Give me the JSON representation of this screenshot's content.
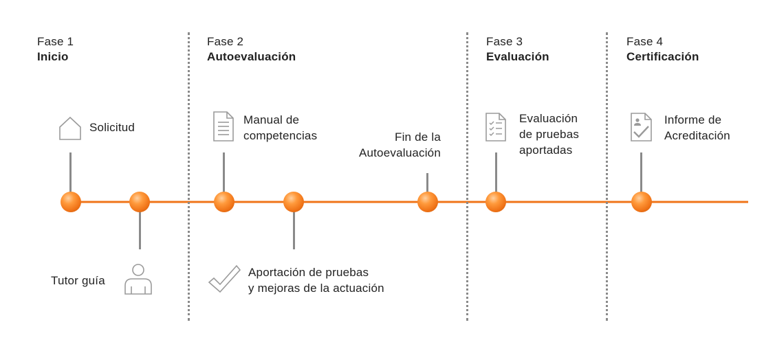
{
  "colors": {
    "timeline": "#f07418",
    "divider": "#8a8a8a",
    "connector": "#8a8a8a",
    "icon_stroke": "#9a9a9a",
    "text": "#222222"
  },
  "phases": [
    {
      "number": "Fase 1",
      "name": "Inicio"
    },
    {
      "number": "Fase 2",
      "name": "Autoevaluación"
    },
    {
      "number": "Fase 3",
      "name": "Evaluación"
    },
    {
      "number": "Fase 4",
      "name": "Certificación"
    }
  ],
  "milestones": {
    "solicitud": {
      "lines": [
        "Solicitud"
      ],
      "icon": "house-icon"
    },
    "tutor": {
      "lines": [
        "Tutor guía"
      ],
      "icon": "person-icon"
    },
    "manual": {
      "lines": [
        "Manual de",
        "competencias"
      ],
      "icon": "document-icon"
    },
    "aportacion": {
      "lines": [
        "Aportación de pruebas",
        "y mejoras de la actuación"
      ],
      "icon": "checkmark-icon"
    },
    "fin": {
      "lines": [
        "Fin de la",
        "Autoevaluación"
      ]
    },
    "evaluacion": {
      "lines": [
        "Evaluación",
        "de pruebas",
        "aportadas"
      ],
      "icon": "checklist-icon"
    },
    "informe": {
      "lines": [
        "Informe de",
        "Acreditación"
      ],
      "icon": "certificate-icon"
    }
  }
}
